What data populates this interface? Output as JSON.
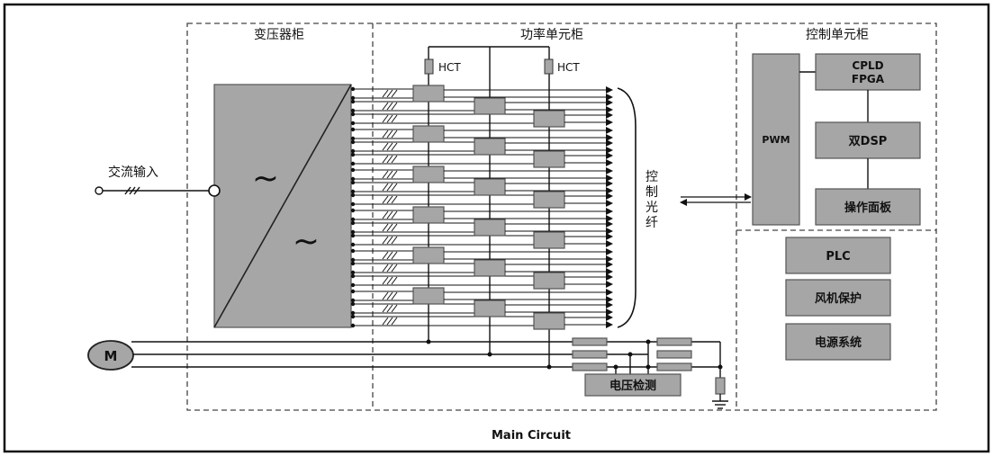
{
  "sections": {
    "transformer": "变压器柜",
    "power": "功率单元柜",
    "control": "控制单元柜"
  },
  "labels": {
    "ac_input": "交流输入",
    "hct_left": "HCT",
    "hct_right": "HCT",
    "fiber": [
      "控",
      "制",
      "光",
      "纤"
    ],
    "motor": "M",
    "voltage_detect": "电压检测",
    "caption": "Main Circuit",
    "tilde": "~"
  },
  "control_blocks": {
    "pwm": "PWM",
    "cpld": "CPLD",
    "fpga": "FPGA",
    "dsp": "双DSP",
    "panel": "操作面板",
    "plc": "PLC",
    "fan": "风机保护",
    "power_sys": "电源系统"
  },
  "colors": {
    "block_fill": "#a6a6a6",
    "line": "#111111",
    "border": "#444444"
  }
}
